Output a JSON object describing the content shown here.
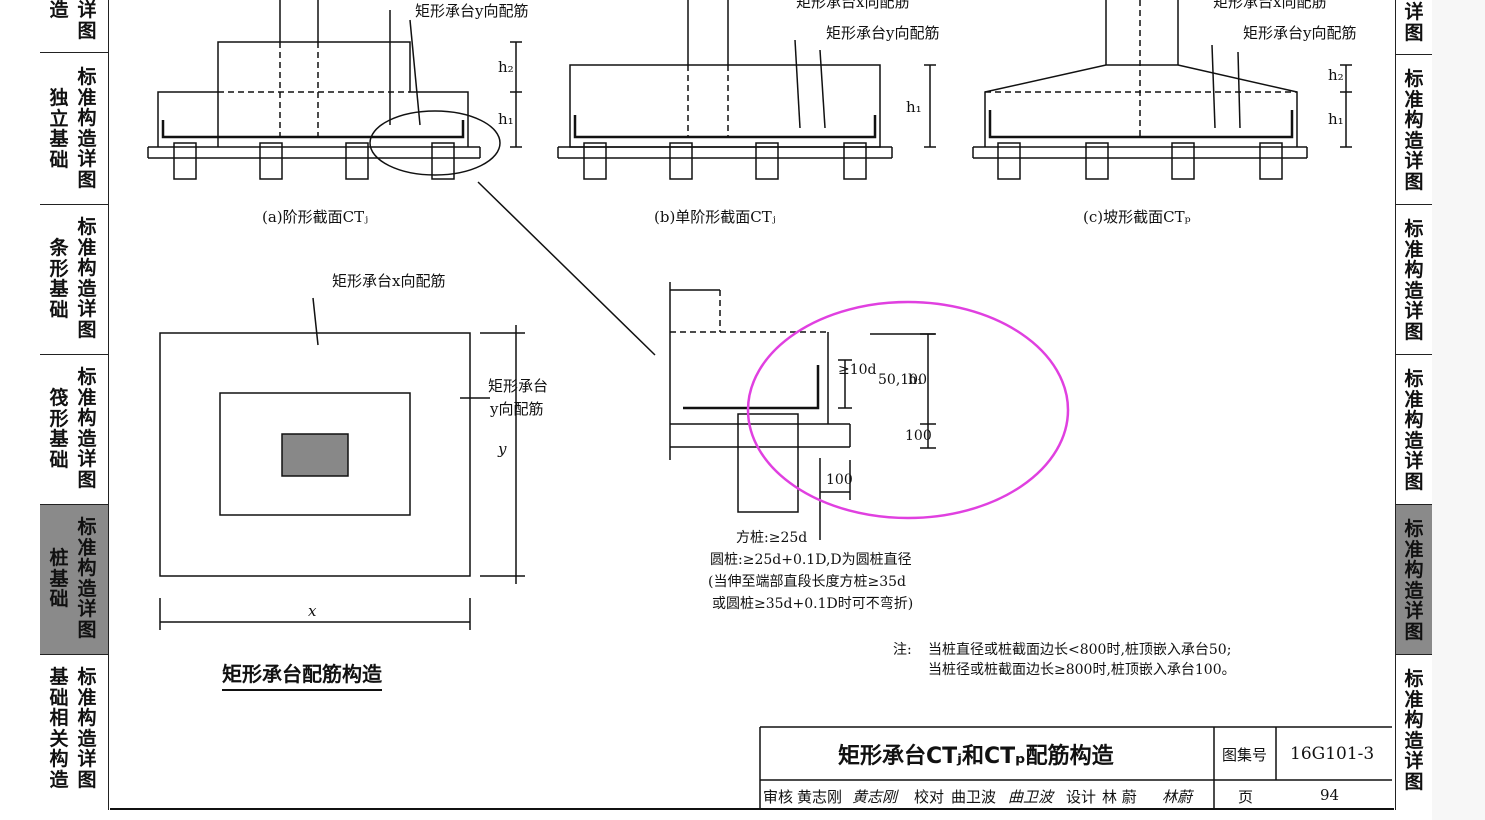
{
  "left_tabs": [
    {
      "col1": "造",
      "col2": "详图",
      "active": false
    },
    {
      "col1": "独立基础",
      "col2": "标准构造详图",
      "active": false
    },
    {
      "col1": "条形基础",
      "col2": "标准构造详图",
      "active": false
    },
    {
      "col1": "筏形基础",
      "col2": "标准构造详图",
      "active": false
    },
    {
      "col1": "桩基础",
      "col2": "标准构造详图",
      "active": true
    },
    {
      "col1": "基础相关构造",
      "col2": "标准构造详图",
      "active": false
    }
  ],
  "right_tabs": [
    {
      "text": "详图",
      "active": false
    },
    {
      "text": "标准构造详图",
      "active": false
    },
    {
      "text": "标准构造详图",
      "active": false
    },
    {
      "text": "标准构造详图",
      "active": false
    },
    {
      "text": "标准构造详图",
      "active": true
    },
    {
      "text": "标准构造详图",
      "active": false
    }
  ],
  "sections": {
    "a_caption": "(a)阶形截面CTⱼ",
    "b_caption": "(b)单阶形截面CTⱼ",
    "c_caption": "(c)坡形截面CTₚ",
    "y_rebar": "矩形承台y向配筋",
    "x_rebar_cut": "矩形承台x向配筋",
    "h1": "h₁",
    "h2": "h₂"
  },
  "plan": {
    "x_rebar": "矩形承台x向配筋",
    "y_rebar_line1": "矩形承台",
    "y_rebar_line2": "y向配筋",
    "dim_x": "x",
    "dim_y": "y",
    "title": "矩形承台配筋构造"
  },
  "detail": {
    "ge10d": "≥10d",
    "d50_100": "50,100",
    "d100a": "100",
    "d100b": "100",
    "h1": "h₁",
    "note1": "方桩:≥25d",
    "note2": "圆桩:≥25d+0.1D,D为圆桩直径",
    "note3": "(当伸至端部直段长度方桩≥35d",
    "note4": "或圆桩≥35d+0.1D时可不弯折)"
  },
  "notes": {
    "prefix": "注:",
    "line1": "当桩直径或桩截面边长<800时,桩顶嵌入承台50;",
    "line2": "当桩径或桩截面边长≥800时,桩顶嵌入承台100。"
  },
  "title_block": {
    "title": "矩形承台CTⱼ和CTₚ配筋构造",
    "atlas_label": "图集号",
    "atlas_no": "16G101-3",
    "review_label": "审核",
    "reviewer": "黄志刚",
    "reviewer_sig": "黄志刚",
    "check_label": "校对",
    "checker": "曲卫波",
    "checker_sig": "曲卫波",
    "design_label": "设计",
    "designer": "林 蔚",
    "designer_sig": "林蔚",
    "page_label": "页",
    "page_no": "94"
  },
  "colors": {
    "annotation": "#e040e0",
    "line": "#111111",
    "pile_fill": "#888888",
    "active_tab": "#8a8a8a"
  }
}
